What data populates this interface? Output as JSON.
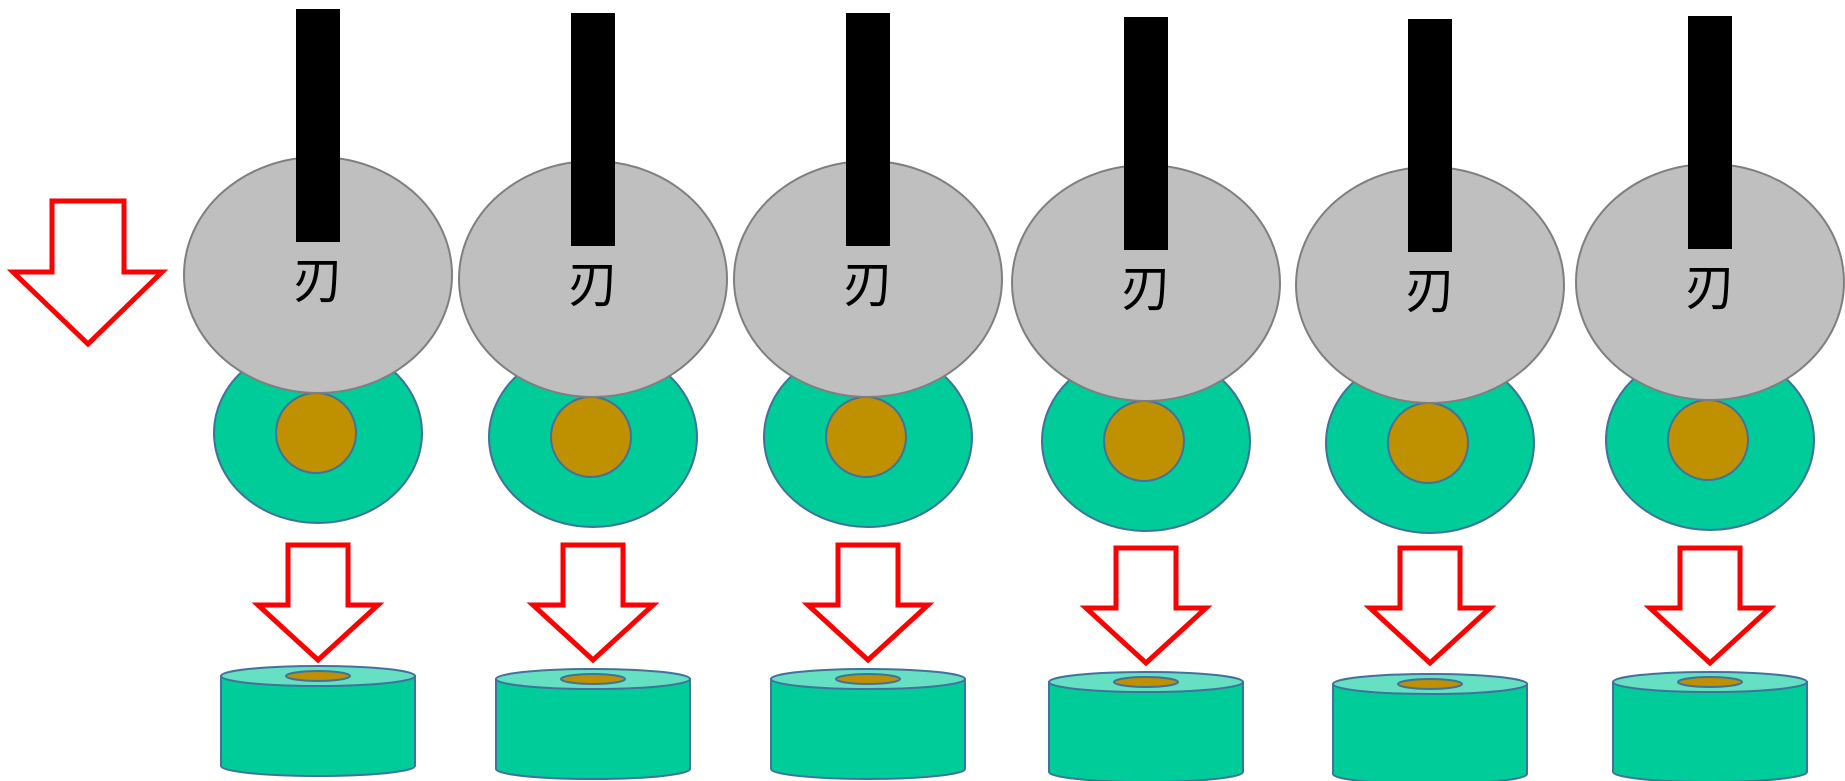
{
  "colors": {
    "background": "#ffffff",
    "blade_disc_fill": "#bfbfbf",
    "blade_disc_stroke": "#7f7f7f",
    "blade_shaft": "#000000",
    "material_outer": "#00cc99",
    "material_outer_top": "#66e0c2",
    "material_core": "#bf9000",
    "outline": "#41719c",
    "arrow_stroke": "#ff0000",
    "arrow_fill": "#ffffff"
  },
  "icons": {
    "blade_disc": "circular-blade-icon",
    "shaft": "blade-shaft-icon",
    "arrow": "down-arrow-icon",
    "workpiece": "cylindrical-roll-icon",
    "slice": "cut-disc-slice-icon"
  },
  "side_arrow": {
    "icon": "down-arrow-icon"
  },
  "stages": [
    {
      "blade_label": "刃"
    },
    {
      "blade_label": "刃"
    },
    {
      "blade_label": "刃"
    },
    {
      "blade_label": "刃"
    },
    {
      "blade_label": "刃"
    },
    {
      "blade_label": "刃"
    }
  ]
}
